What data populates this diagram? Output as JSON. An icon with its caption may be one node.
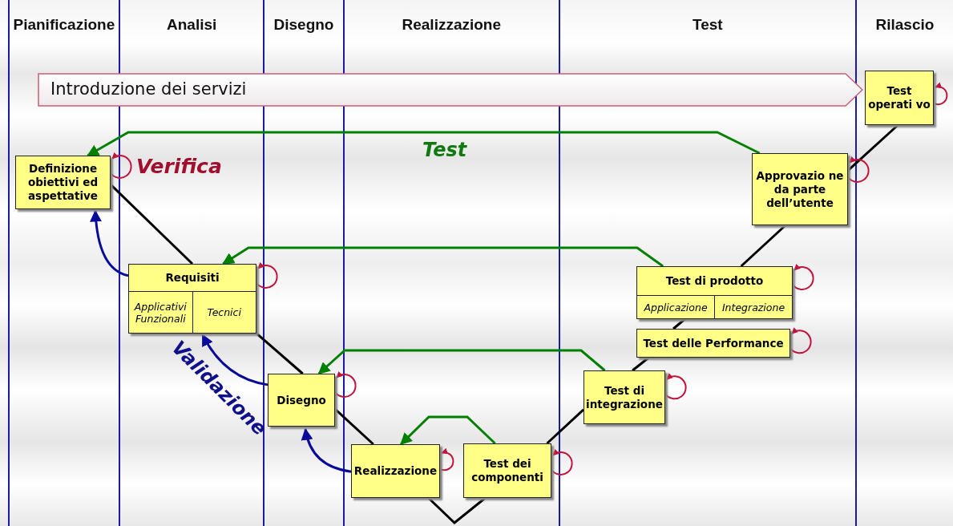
{
  "diagram": {
    "nodes": [
      {
        "text": [
          "Introduzione dei servizi"
        ]
      },
      {
        "text": [
          "Test operati vo"
        ]
      },
      {
        "text": [
          "Definizione obiettivi ed aspettative"
        ]
      },
      {
        "text": [
          "Approvazio ne da parte dell’utente"
        ]
      },
      {
        "text": [
          "Requisiti",
          "Applicativi Funzionali",
          "Tecnici"
        ]
      },
      {
        "text": [
          "Test di prodotto",
          "Applicazione",
          "Integrazione"
        ]
      },
      {
        "text": [
          "Test delle Performance"
        ]
      },
      {
        "text": [
          "Disegno"
        ]
      },
      {
        "text": [
          "Test di integrazione"
        ]
      },
      {
        "text": [
          "Realizzazione"
        ]
      },
      {
        "text": [
          "Test dei componenti"
        ]
      }
    ],
    "edges": [
      {
        "from": 2,
        "to": 4,
        "arrow": "none",
        "color": "#000000"
      },
      {
        "from": 4,
        "to": 7,
        "arrow": "none",
        "color": "#000000"
      },
      {
        "from": 7,
        "to": 9,
        "arrow": "none",
        "color": "#000000"
      },
      {
        "from": 9,
        "to": 10,
        "arrow": "none",
        "color": "#000000"
      },
      {
        "from": 10,
        "to": 8,
        "arrow": "none",
        "color": "#000000"
      },
      {
        "from": 8,
        "to": 6,
        "arrow": "none",
        "color": "#000000"
      },
      {
        "from": 6,
        "to": 5,
        "arrow": "none",
        "color": "#000000"
      },
      {
        "from": 5,
        "to": 3,
        "arrow": "none",
        "color": "#000000"
      },
      {
        "from": 3,
        "to": 1,
        "arrow": "none",
        "color": "#000000"
      },
      {
        "from": 3,
        "to": 2,
        "arrow": "to",
        "color": "#008000"
      },
      {
        "from": 5,
        "to": 4,
        "arrow": "to",
        "color": "#008000"
      },
      {
        "from": 8,
        "to": 7,
        "arrow": "to",
        "color": "#008000"
      },
      {
        "from": 10,
        "to": 9,
        "arrow": "to",
        "color": "#008000"
      },
      {
        "from": 4,
        "to": 2,
        "arrow": "to",
        "color": "#0a0a9a"
      },
      {
        "from": 7,
        "to": 4,
        "arrow": "to",
        "color": "#0a0a9a"
      },
      {
        "from": 9,
        "to": 7,
        "arrow": "to",
        "color": "#0a0a9a"
      },
      {
        "from": 2,
        "to": 2,
        "arrow": "to"
      },
      {
        "from": 4,
        "to": 4,
        "arrow": "to"
      },
      {
        "from": 7,
        "to": 7,
        "arrow": "to"
      },
      {
        "from": 9,
        "to": 9,
        "arrow": "to"
      },
      {
        "from": 10,
        "to": 10,
        "arrow": "to"
      },
      {
        "from": 8,
        "to": 8,
        "arrow": "to"
      },
      {
        "from": 6,
        "to": 6,
        "arrow": "to"
      },
      {
        "from": 5,
        "to": 5,
        "arrow": "to"
      },
      {
        "from": 3,
        "to": 3,
        "arrow": "to"
      },
      {
        "from": 1,
        "to": 1,
        "arrow": "to"
      }
    ],
    "labels": [
      "Pianificazione",
      "Analisi",
      "Disegno",
      "Realizzazione",
      "Test",
      "Rilascio",
      "Verifica",
      "Test",
      "Validazione"
    ]
  }
}
